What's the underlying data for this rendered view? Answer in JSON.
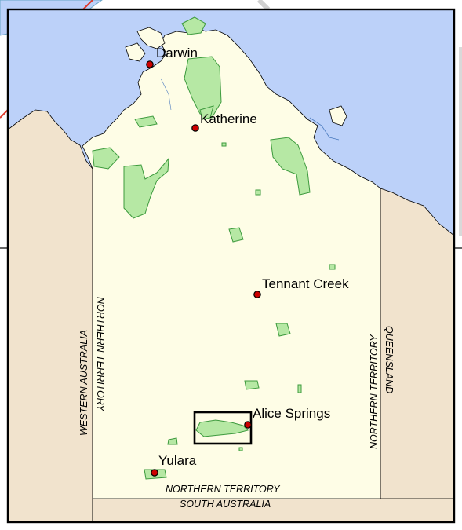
{
  "map": {
    "colors": {
      "sea": "#bcd1f9",
      "territory": "#fefde6",
      "neighbour_state": "#f1e3cd",
      "protected_area": "#b6e8a4",
      "protected_area_outline": "#3d9a3d",
      "city_marker": "#cc0000",
      "frame": "#000000"
    },
    "cities": [
      {
        "id": "darwin",
        "name": "Darwin"
      },
      {
        "id": "katherine",
        "name": "Katherine"
      },
      {
        "id": "tennant-creek",
        "name": "Tennant Creek"
      },
      {
        "id": "alice-springs",
        "name": "Alice Springs"
      },
      {
        "id": "yulara",
        "name": "Yulara"
      }
    ],
    "border_labels": {
      "western_australia": "WESTERN AUSTRALIA",
      "nt_west": "NORTHERN TERRITORY",
      "nt_east": "NORTHERN TERRITORY",
      "queensland": "QUEENSLAND",
      "nt_south": "NORTHERN TERRITORY",
      "south_australia": "SOUTH AUSTRALIA"
    },
    "icons": [
      "city-marker-icon"
    ],
    "focus_area": "study-area-rectangle"
  }
}
